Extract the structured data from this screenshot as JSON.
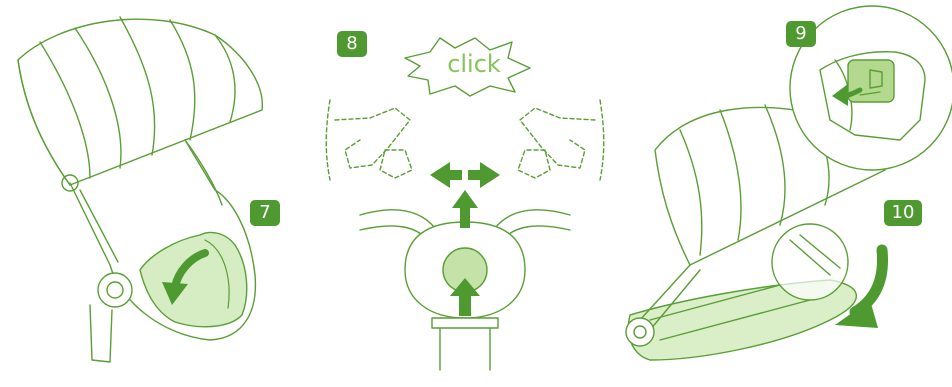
{
  "steps": {
    "step_7": "7",
    "step_8": "8",
    "step_9": "9",
    "step_10": "10"
  },
  "click_label": "click",
  "colors": {
    "line": "#5a9e36",
    "fill_light": "#d6ecc2",
    "fill_mid": "#b3d98f",
    "arrow": "#4f9a30",
    "badge": "#4f9a30"
  },
  "icons": [
    "stroller-canopy-icon",
    "rotate-arrow-icon",
    "release-button-icon",
    "click-burst-icon"
  ]
}
